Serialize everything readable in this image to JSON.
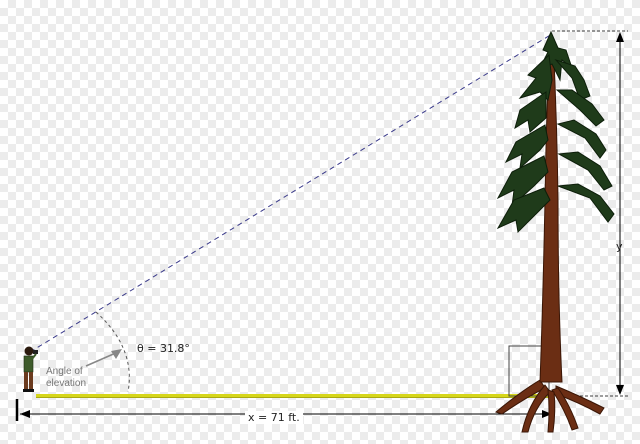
{
  "diagram": {
    "angle_label": "θ = 31.8°",
    "angle_caption_line1": "Angle of",
    "angle_caption_line2": "elevation",
    "distance_label": "x = 71 ft.",
    "height_label": "y"
  },
  "colors": {
    "sight_line": "#3a3a8a",
    "ground_line": "#d6d61a",
    "foliage": "#1f3b1a",
    "trunk": "#6b2e14",
    "dimension": "#000000"
  }
}
